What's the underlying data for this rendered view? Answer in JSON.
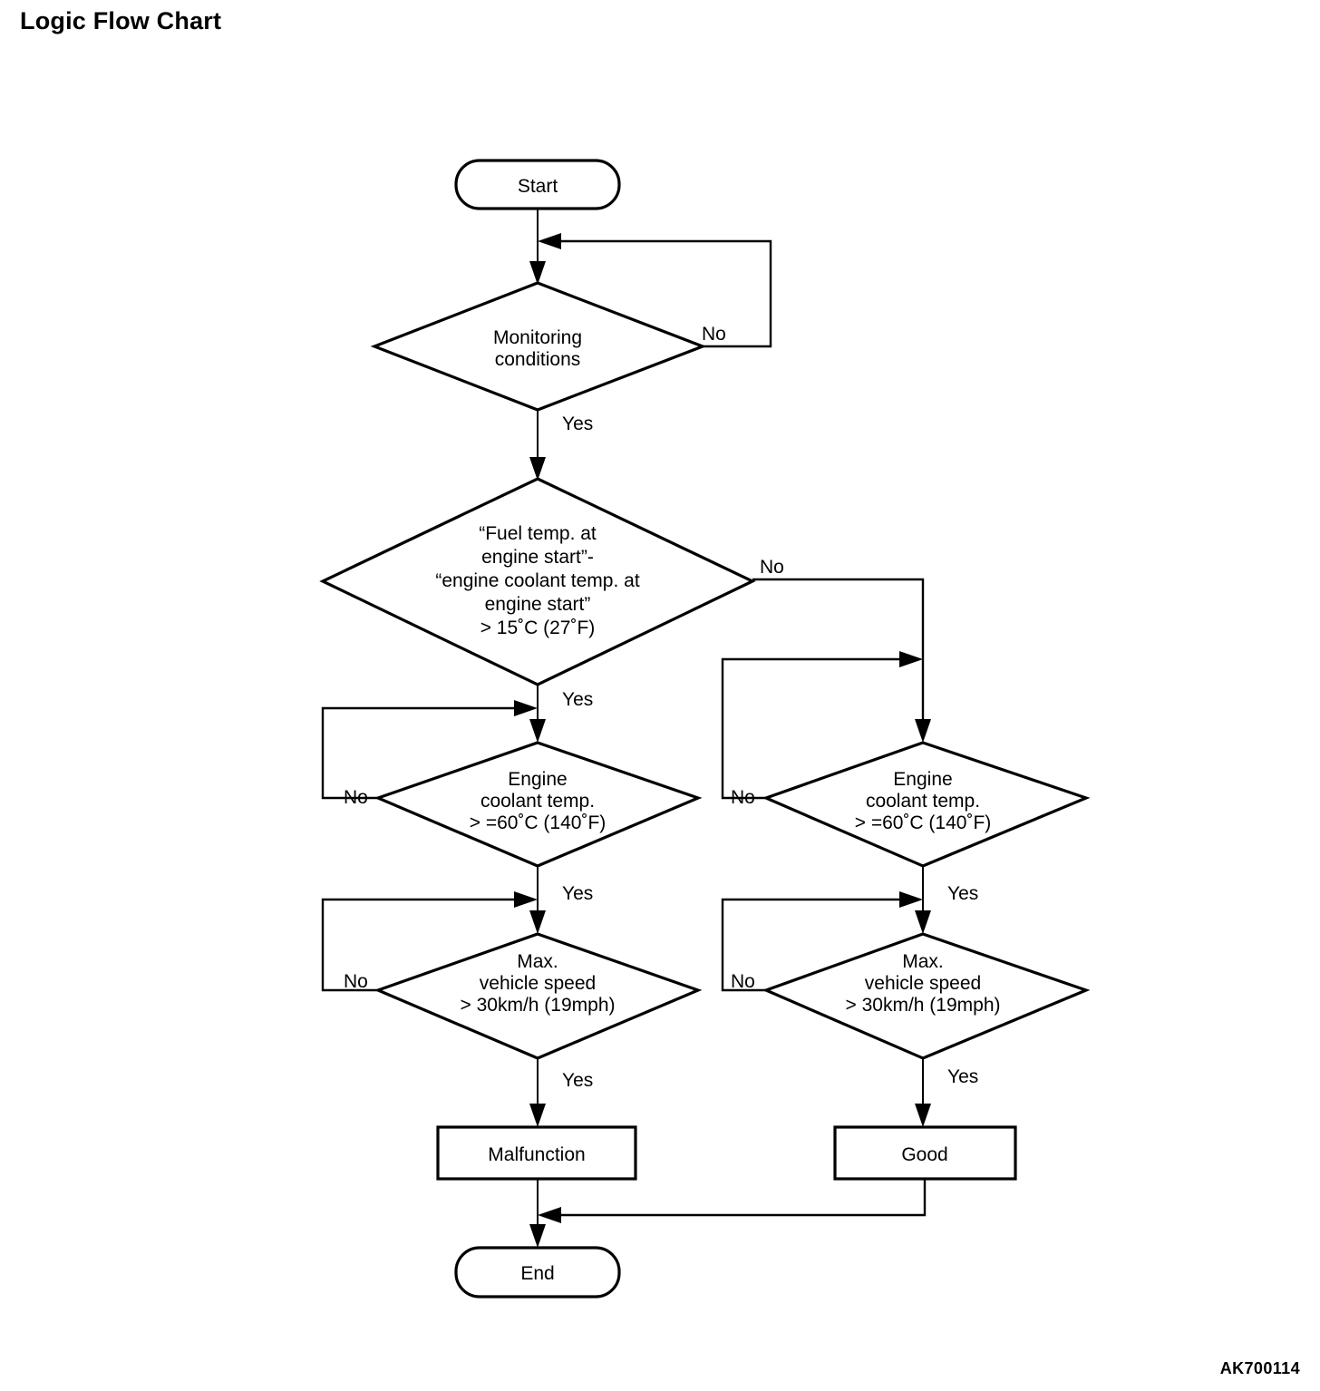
{
  "page": {
    "title": "Logic Flow Chart",
    "diagram_code": "AK700114"
  },
  "chart_data": {
    "type": "diagram",
    "diagram_kind": "flowchart",
    "title": "Logic Flow Chart",
    "orientation": "top-to-bottom",
    "nodes": [
      {
        "id": "start",
        "shape": "terminal",
        "label": "Start"
      },
      {
        "id": "monitoring",
        "shape": "decision",
        "label": "Monitoring\nconditions",
        "lines": [
          "Monitoring",
          "conditions"
        ]
      },
      {
        "id": "fuel_temp",
        "shape": "decision",
        "label": "“Fuel temp. at engine start”-“engine coolant temp. at engine start” > 15˚C (27˚F)",
        "lines": [
          "“Fuel temp. at",
          "engine start”-",
          "“engine coolant temp. at",
          "engine start”",
          "> 15˚C (27˚F)"
        ]
      },
      {
        "id": "coolant_left",
        "shape": "decision",
        "label": "Engine coolant temp. > =60˚C (140˚F)",
        "lines": [
          "Engine",
          "coolant temp.",
          "> =60˚C (140˚F)"
        ]
      },
      {
        "id": "speed_left",
        "shape": "decision",
        "label": "Max. vehicle speed > 30km/h (19mph)",
        "lines": [
          "Max.",
          "vehicle speed",
          "> 30km/h (19mph)"
        ]
      },
      {
        "id": "coolant_right",
        "shape": "decision",
        "label": "Engine coolant temp. > =60˚C (140˚F)",
        "lines": [
          "Engine",
          "coolant temp.",
          "> =60˚C (140˚F)"
        ]
      },
      {
        "id": "speed_right",
        "shape": "decision",
        "label": "Max. vehicle speed > 30km/h (19mph)",
        "lines": [
          "Max.",
          "vehicle speed",
          "> 30km/h (19mph)"
        ]
      },
      {
        "id": "malfunction",
        "shape": "process",
        "label": "Malfunction"
      },
      {
        "id": "good",
        "shape": "process",
        "label": "Good"
      },
      {
        "id": "end",
        "shape": "terminal",
        "label": "End"
      }
    ],
    "edges": [
      {
        "from": "start",
        "to": "monitoring",
        "label": ""
      },
      {
        "from": "monitoring",
        "to": "monitoring",
        "label": "No",
        "note": "loops back above monitoring"
      },
      {
        "from": "monitoring",
        "to": "fuel_temp",
        "label": "Yes"
      },
      {
        "from": "fuel_temp",
        "to": "coolant_right",
        "label": "No"
      },
      {
        "from": "fuel_temp",
        "to": "coolant_left",
        "label": "Yes"
      },
      {
        "from": "coolant_left",
        "to": "coolant_left",
        "label": "No",
        "note": "loops back to own input"
      },
      {
        "from": "coolant_left",
        "to": "speed_left",
        "label": "Yes"
      },
      {
        "from": "speed_left",
        "to": "speed_left",
        "label": "No",
        "note": "loops back to own input"
      },
      {
        "from": "speed_left",
        "to": "malfunction",
        "label": "Yes"
      },
      {
        "from": "coolant_right",
        "to": "coolant_right",
        "label": "No",
        "note": "loops back to own input"
      },
      {
        "from": "coolant_right",
        "to": "speed_right",
        "label": "Yes"
      },
      {
        "from": "speed_right",
        "to": "speed_right",
        "label": "No",
        "note": "loops back to own input"
      },
      {
        "from": "speed_right",
        "to": "good",
        "label": "Yes"
      },
      {
        "from": "malfunction",
        "to": "end",
        "label": ""
      },
      {
        "from": "good",
        "to": "end",
        "label": ""
      }
    ],
    "labels": {
      "yes": "Yes",
      "no": "No"
    },
    "colors": {
      "stroke": "#000000",
      "fill": "#ffffff",
      "text": "#000000"
    }
  }
}
